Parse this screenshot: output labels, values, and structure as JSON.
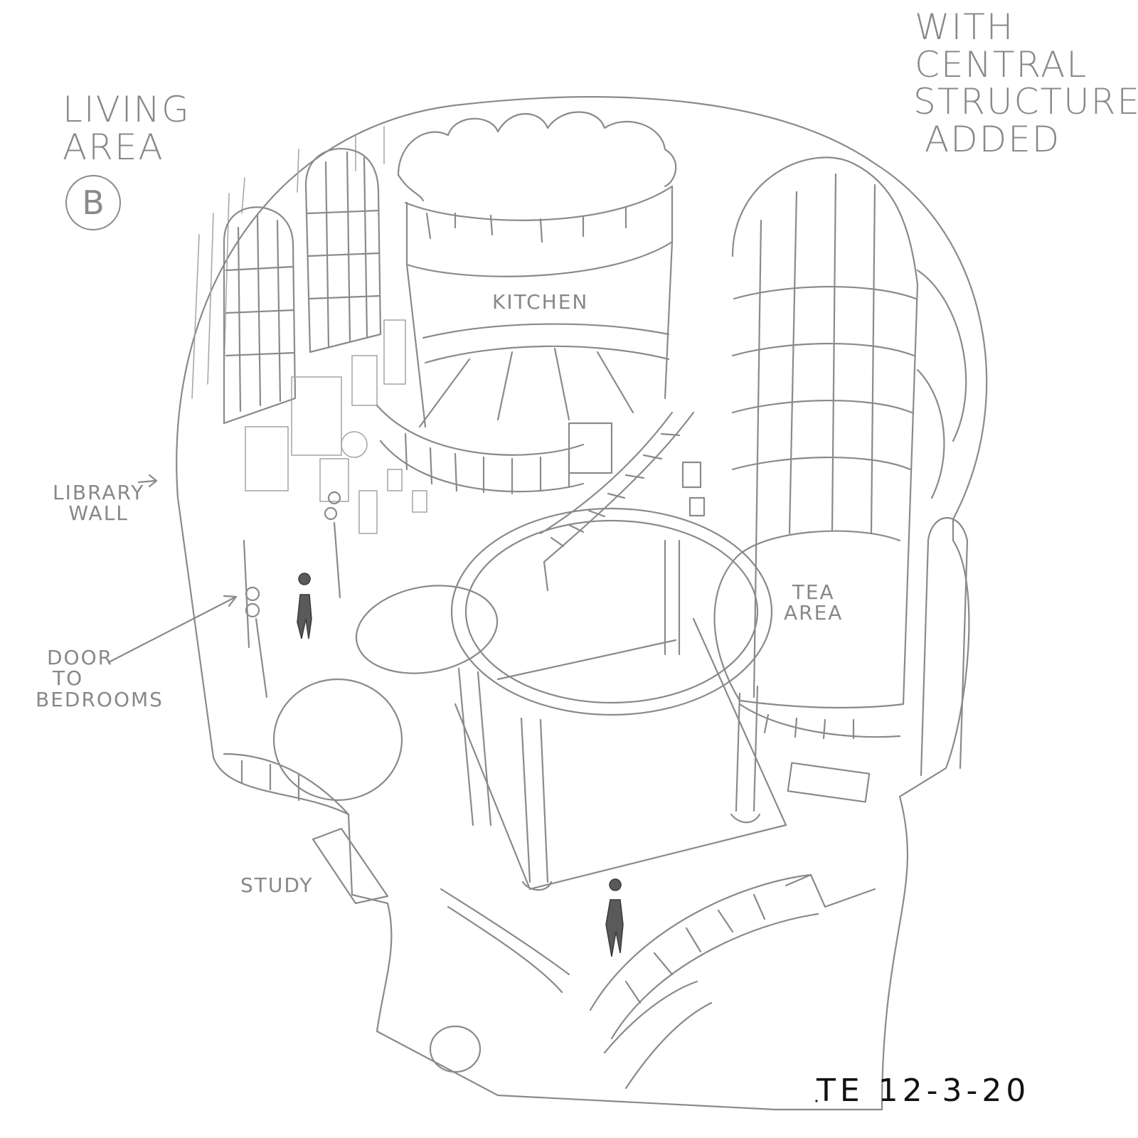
{
  "title": {
    "line1": "LIVING",
    "line2": "AREA",
    "badge": "B"
  },
  "subtitle": {
    "line1": "WITH",
    "line2": "CENTRAL",
    "line3": "STRUCTURE",
    "line4": "ADDED"
  },
  "labels": {
    "kitchen": "KITCHEN",
    "library_line1": "LIBRARY",
    "library_line2": "WALL",
    "door_line1": "DOOR",
    "door_line2": "TO",
    "door_line3": "BEDROOMS",
    "tea_line1": "TEA",
    "tea_line2": "AREA",
    "study": "STUDY"
  },
  "signature": "TE 12-3-20",
  "colors": {
    "ink": "#8a8a8a",
    "signature": "#111111",
    "background": "#ffffff"
  }
}
